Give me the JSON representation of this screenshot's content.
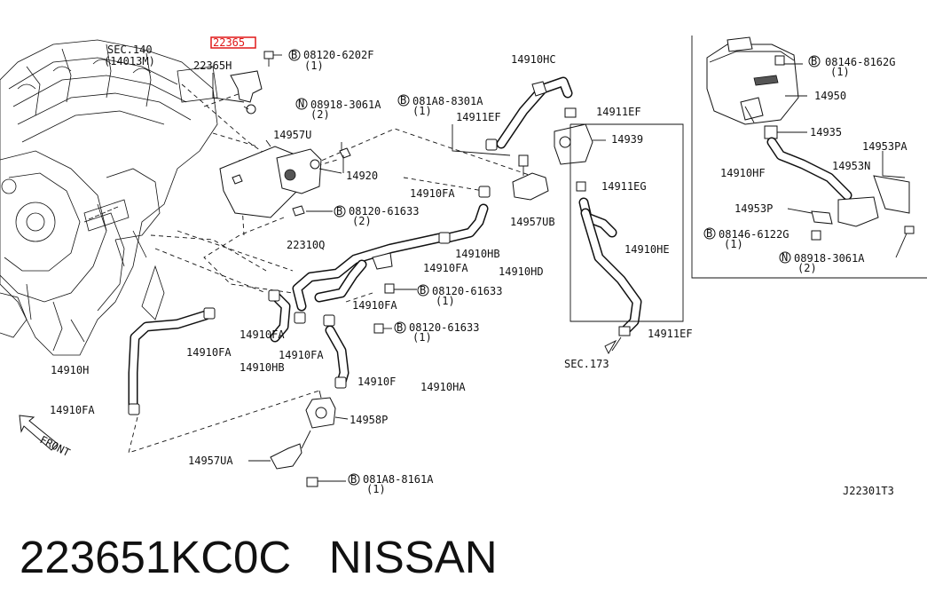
{
  "labels": {
    "sec140": "SEC.140",
    "sec140_sub": "(14013M)",
    "highlight_part": "22365",
    "p22365H": "22365H",
    "b08120_6202F": "08120-6202F",
    "qty1_a": "(1)",
    "n08918_3061A": "08918-3061A",
    "qty2_a": "(2)",
    "b081A8_8301A": "081A8-8301A",
    "qty1_b": "(1)",
    "p14957U": "14957U",
    "p14920": "14920",
    "b08120_61633_a": "08120-61633",
    "qty2_b": "(2)",
    "p14910FA_1": "14910FA",
    "p22310Q": "22310Q",
    "p14910HB_1": "14910HB",
    "p14910FA_2": "14910FA",
    "b08120_61633_b": "08120-61633",
    "qty1_c": "(1)",
    "p14910FA_3": "14910FA",
    "b08120_61633_c": "08120-61633",
    "qty1_d": "(1)",
    "p14910FA_4": "14910FA",
    "p14910FA_5": "14910FA",
    "p14910HB_2": "14910HB",
    "p14910FA_6": "14910FA",
    "p14910H": "14910H",
    "p14910FA_7": "14910FA",
    "p14910F": "14910F",
    "p14910HA": "14910HA",
    "p14958P": "14958P",
    "p14957UA": "14957UA",
    "b081A8_8161A": "081A8-8161A",
    "qty1_e": "(1)",
    "front": "FRONT",
    "p14910HC": "14910HC",
    "p14911EF_1": "14911EF",
    "p14911EF_2": "14911EF",
    "p14939": "14939",
    "p14957UB": "14957UB",
    "p14911EG": "14911EG",
    "p14910HE": "14910HE",
    "p14910HD": "14910HD",
    "p14911EF_3": "14911EF",
    "sec173": "SEC.173",
    "b08146_8162G": "08146-8162G",
    "qty1_f": "(1)",
    "p14950": "14950",
    "p14935": "14935",
    "p14953PA": "14953PA",
    "p14910HF": "14910HF",
    "p14953N": "14953N",
    "p14953P": "14953P",
    "b08146_6122G": "08146-6122G",
    "qty1_g": "(1)",
    "n08918_3061A_2": "08918-3061A",
    "qty2_c": "(2)",
    "diagram_code": "J22301T3"
  },
  "markers": {
    "bolt": "B",
    "nut": "N"
  },
  "caption": {
    "part_number": "223651KC0C",
    "brand": "NISSAN"
  },
  "colors": {
    "highlight": "#e01818",
    "ink": "#111111"
  }
}
